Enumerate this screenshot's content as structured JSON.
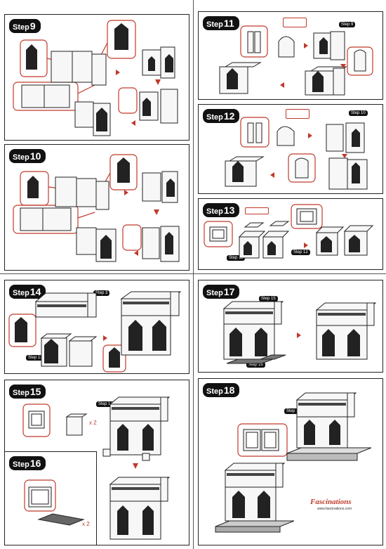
{
  "steps": {
    "s9": {
      "label": "Step",
      "num": "9"
    },
    "s10": {
      "label": "Step",
      "num": "10"
    },
    "s11": {
      "label": "Step",
      "num": "11"
    },
    "s12": {
      "label": "Step",
      "num": "12"
    },
    "s13": {
      "label": "Step",
      "num": "13"
    },
    "s14": {
      "label": "Step",
      "num": "14"
    },
    "s15": {
      "label": "Step",
      "num": "15"
    },
    "s16": {
      "label": "Step",
      "num": "16"
    },
    "s17": {
      "label": "Step",
      "num": "17"
    },
    "s18": {
      "label": "Step",
      "num": "18"
    }
  },
  "tags": {
    "t11": "Step 9",
    "t12": "Step 10",
    "t13a": "Step 11",
    "t13b": "Step 12",
    "t14a": "Step 3",
    "t14b": "Step 13",
    "t15": "Step 14",
    "t17a": "Step 15",
    "t17b": "Step 16",
    "t18": "Step 17"
  },
  "multipliers": {
    "m15": "x 2",
    "m16": "x 2"
  },
  "brand": {
    "name": "Fascinations",
    "url": "www.fascinations.com"
  },
  "colors": {
    "accent": "#c0392b",
    "ink": "#111111"
  }
}
